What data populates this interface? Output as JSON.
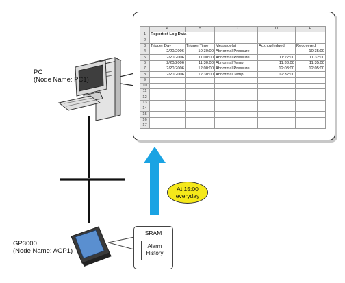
{
  "pc_label": [
    "PC",
    "(Node Name: PC1)"
  ],
  "gp_label": [
    "GP3000",
    "(Node Name: AGP1)"
  ],
  "schedule_callout": [
    "At 15:00",
    "everyday"
  ],
  "sram": {
    "title": "SRAM",
    "box": [
      "Alarm",
      "History"
    ]
  },
  "spreadsheet": {
    "columns": [
      "A",
      "B",
      "C",
      "D",
      "E"
    ],
    "rows": [
      {
        "n": "1",
        "cells": [
          "Report of Log Data",
          "",
          "",
          "",
          ""
        ]
      },
      {
        "n": "2",
        "cells": [
          "",
          "",
          "",
          "",
          ""
        ]
      },
      {
        "n": "3",
        "cells": [
          "Trigger Day",
          "Trigger Time",
          "Message(s)",
          "Acknowledged",
          "Recovered"
        ]
      },
      {
        "n": "4",
        "cells": [
          "2/20/2006",
          "10:30:00",
          "Abnormal Pressure",
          "",
          "10:35:00"
        ]
      },
      {
        "n": "5",
        "cells": [
          "2/20/2006",
          "11:00:00",
          "Abnormal Pressure",
          "11:22:00",
          "11:32:00"
        ]
      },
      {
        "n": "6",
        "cells": [
          "2/20/2006",
          "11:30:00",
          "Abnormal Temp.",
          "11:33:00",
          "11:35:00"
        ]
      },
      {
        "n": "7",
        "cells": [
          "2/20/2006",
          "12:00:00",
          "Abnormal Pressure",
          "12:03:00",
          "12:05:00"
        ]
      },
      {
        "n": "8",
        "cells": [
          "2/20/2006",
          "12:30:00",
          "Abnormal Temp.",
          "12:32:00",
          ""
        ]
      },
      {
        "n": "9",
        "cells": [
          "",
          "",
          "",
          "",
          ""
        ]
      },
      {
        "n": "10",
        "cells": [
          "",
          "",
          "",
          "",
          ""
        ]
      },
      {
        "n": "11",
        "cells": [
          "",
          "",
          "",
          "",
          ""
        ]
      },
      {
        "n": "12",
        "cells": [
          "",
          "",
          "",
          "",
          ""
        ]
      },
      {
        "n": "13",
        "cells": [
          "",
          "",
          "",
          "",
          ""
        ]
      },
      {
        "n": "14",
        "cells": [
          "",
          "",
          "",
          "",
          ""
        ]
      },
      {
        "n": "15",
        "cells": [
          "",
          "",
          "",
          "",
          ""
        ]
      },
      {
        "n": "16",
        "cells": [
          "",
          "",
          "",
          "",
          ""
        ]
      },
      {
        "n": "17",
        "cells": [
          "",
          "",
          "",
          "",
          ""
        ]
      }
    ]
  },
  "colors": {
    "arrow": "#1aa3e3",
    "callout": "#f5e81a",
    "monitor_screen": "#5a8fd0"
  }
}
